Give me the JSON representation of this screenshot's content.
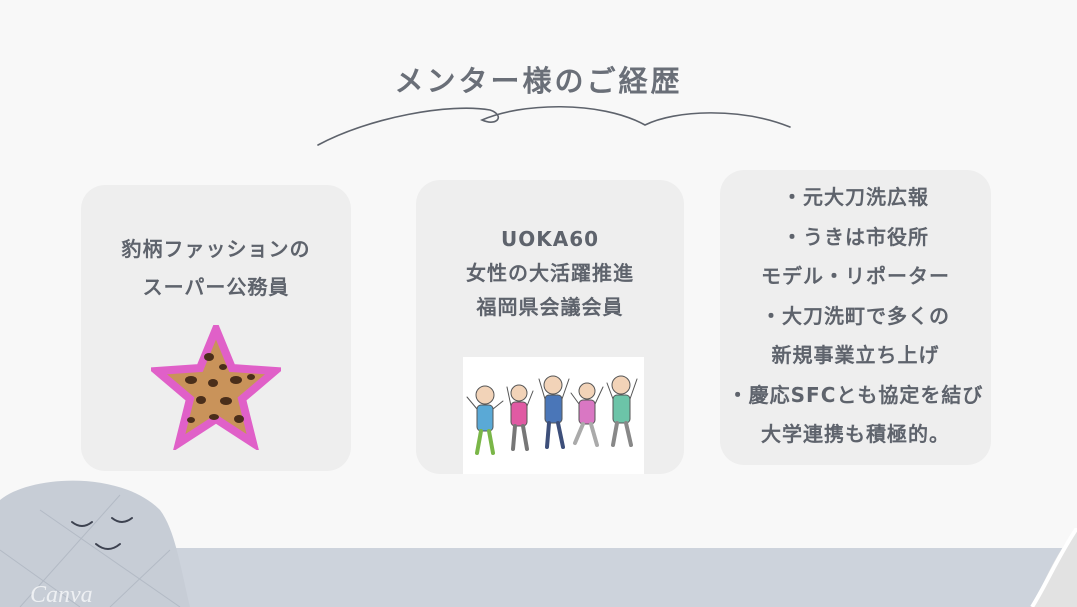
{
  "slide": {
    "title": "メンター様のご経歴"
  },
  "cards": [
    {
      "lines": [
        "豹柄ファッションの",
        "スーパー公務員"
      ],
      "image_icon": "leopard-star-icon"
    },
    {
      "lines": [
        "UOKA60",
        "女性の大活躍推進",
        "福岡県会議会員"
      ],
      "image_icon": "seniors-jumping-illustration"
    },
    {
      "lines": [
        "・元大刀洗広報",
        "・うきは市役所",
        "モデル・リポーター",
        "・大刀洗町で多くの",
        "新規事業立ち上げ",
        "・慶応SFCとも協定を結び",
        "大学連携も積極的。"
      ]
    }
  ],
  "watermark": "Canva",
  "colors": {
    "background": "#f8f8f8",
    "card": "#eeeeee",
    "text": "#5e636c",
    "title": "#6a6f78",
    "band": "#cdd3dc",
    "star_border": "#e060c8",
    "star_fill": "#c9935a"
  }
}
